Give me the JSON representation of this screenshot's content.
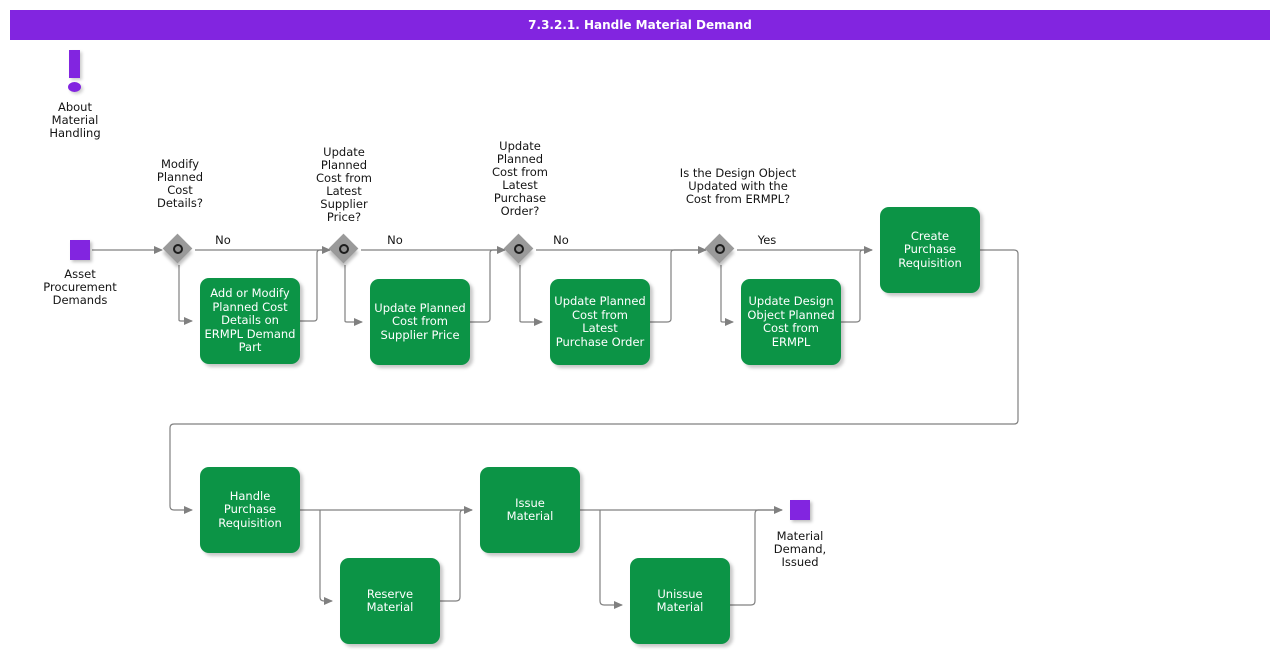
{
  "header": {
    "title": "7.3.2.1. Handle Material Demand",
    "bar_color": "#8225e0",
    "text_color": "#ffffff"
  },
  "theme": {
    "process_fill": "#0c9446",
    "terminator_fill": "#8225e0",
    "decision_fill": "#9a9a9a",
    "connector_stroke": "#808080",
    "text_color": "#141414",
    "background": "#ffffff"
  },
  "note": {
    "icon": "exclamation-icon",
    "label": "About\nMaterial\nHandling"
  },
  "terminators": [
    {
      "id": "start",
      "label": "Asset\nProcurement\nDemands"
    },
    {
      "id": "end",
      "label": "Material\nDemand,\nIssued"
    }
  ],
  "decisions": [
    {
      "id": "d1",
      "question": "Modify\nPlanned\nCost\nDetails?",
      "branch_label": "No"
    },
    {
      "id": "d2",
      "question": "Update\nPlanned\nCost from\nLatest\nSupplier\nPrice?",
      "branch_label": "No"
    },
    {
      "id": "d3",
      "question": "Update\nPlanned\nCost from\nLatest\nPurchase\nOrder?",
      "branch_label": "No"
    },
    {
      "id": "d4",
      "question": "Is the Design Object\nUpdated with the\nCost from ERMPL?",
      "branch_label": "Yes"
    }
  ],
  "processes": [
    {
      "id": "p1",
      "label": "Add or Modify\nPlanned Cost\nDetails on\nERMPL Demand\nPart"
    },
    {
      "id": "p2",
      "label": "Update Planned\nCost from\nSupplier Price"
    },
    {
      "id": "p3",
      "label": "Update Planned\nCost from Latest\nPurchase Order"
    },
    {
      "id": "p4",
      "label": "Update Design\nObject Planned\nCost from\nERMPL"
    },
    {
      "id": "p5",
      "label": "Create Purchase\nRequisition"
    },
    {
      "id": "p6",
      "label": "Handle Purchase\nRequisition"
    },
    {
      "id": "p7",
      "label": "Reserve\nMaterial"
    },
    {
      "id": "p8",
      "label": "Issue\nMaterial"
    },
    {
      "id": "p9",
      "label": "Unissue\nMaterial"
    }
  ]
}
